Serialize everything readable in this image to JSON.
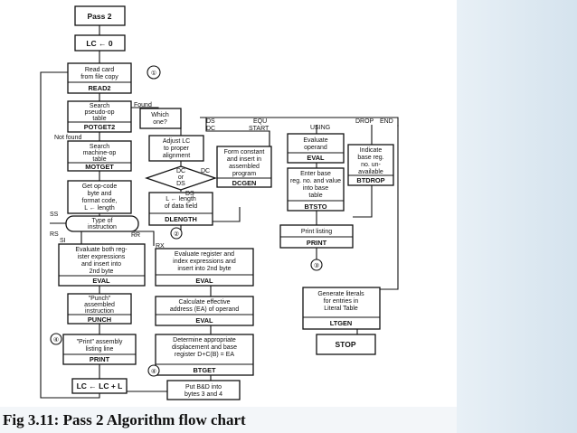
{
  "caption": "Fig 3.11: Pass 2 Algorithm flow chart",
  "nodes": [
    {
      "id": "pass2",
      "text": [
        "Pass 2"
      ]
    },
    {
      "id": "lc0",
      "text": [
        "LC ← 0"
      ]
    },
    {
      "id": "read",
      "text": [
        "Read card",
        "from file copy"
      ],
      "label": "READ2"
    },
    {
      "id": "pseudo",
      "text": [
        "Search",
        "pseudo-op",
        "table"
      ],
      "label": "POTGET2"
    },
    {
      "id": "which",
      "text": [
        "Which",
        "one?"
      ]
    },
    {
      "id": "machine",
      "text": [
        "Search",
        "machine-op",
        "table"
      ],
      "label": "MOTGET"
    },
    {
      "id": "adjust",
      "text": [
        "Adjust LC",
        "to proper",
        "alignment"
      ]
    },
    {
      "id": "formconst",
      "text": [
        "Form constant",
        "and insert in",
        "assembled",
        "program"
      ],
      "label": "DCGEN"
    },
    {
      "id": "getop",
      "text": [
        "Get op-code",
        "byte and",
        "format code,",
        "L ← length"
      ]
    },
    {
      "id": "dcds",
      "text": [
        "DC",
        "or",
        "DS"
      ]
    },
    {
      "id": "lenfield",
      "text": [
        "L ← length",
        "of data field"
      ],
      "label": "DLENGTH"
    },
    {
      "id": "type",
      "text": [
        "Type of",
        "instruction"
      ]
    },
    {
      "id": "evalrr",
      "text": [
        "Evaluate both reg-",
        "ister expressions",
        "and insert into",
        "2nd byte"
      ],
      "label": "EVAL"
    },
    {
      "id": "evalrx",
      "text": [
        "Evaluate register and",
        "index expressions and",
        "insert into 2nd byte"
      ],
      "label": "EVAL"
    },
    {
      "id": "calcea",
      "text": [
        "Calculate effective",
        "address (EA) of operand"
      ],
      "label": "EVAL"
    },
    {
      "id": "determine",
      "text": [
        "Determine appropriate",
        "displacement and base",
        "register D+C(B) = EA"
      ],
      "label": "BTGET"
    },
    {
      "id": "putbd",
      "text": [
        "Put B&D into",
        "bytes 3 and 4"
      ]
    },
    {
      "id": "punch",
      "text": [
        "\"Punch\"",
        "assembled",
        "instruction"
      ],
      "label": "PUNCH"
    },
    {
      "id": "printline",
      "text": [
        "\"Print\" assembly",
        "listing line"
      ],
      "label": "PRINT"
    },
    {
      "id": "lcinc",
      "text": [
        "LC ← LC + L"
      ]
    },
    {
      "id": "evaloperand",
      "text": [
        "Evaluate",
        "operand"
      ],
      "label": "EVAL"
    },
    {
      "id": "enterbase",
      "text": [
        "Enter base",
        "reg. no. and value",
        "into base",
        "table"
      ],
      "label": "BTSTO"
    },
    {
      "id": "indicate",
      "text": [
        "Indicate",
        "base reg.",
        "no. un-",
        "available"
      ],
      "label": "BTDROP"
    },
    {
      "id": "printlisting",
      "text": [
        "Print listing"
      ],
      "label": "PRINT"
    },
    {
      "id": "generate",
      "text": [
        "Generate literals",
        "for entries in",
        "Literal Table"
      ],
      "label": "LTGEN"
    },
    {
      "id": "stop",
      "text": [
        "STOP"
      ]
    }
  ],
  "edge_labels": [
    "Found",
    "Not found",
    "DS",
    "DC",
    "DC",
    "DS",
    "EQU",
    "START",
    "USING",
    "DROP",
    "END",
    "SS",
    "RS",
    "SI",
    "RR",
    "RX"
  ],
  "connectors": [
    "①",
    "②",
    "③",
    "④",
    "④"
  ]
}
